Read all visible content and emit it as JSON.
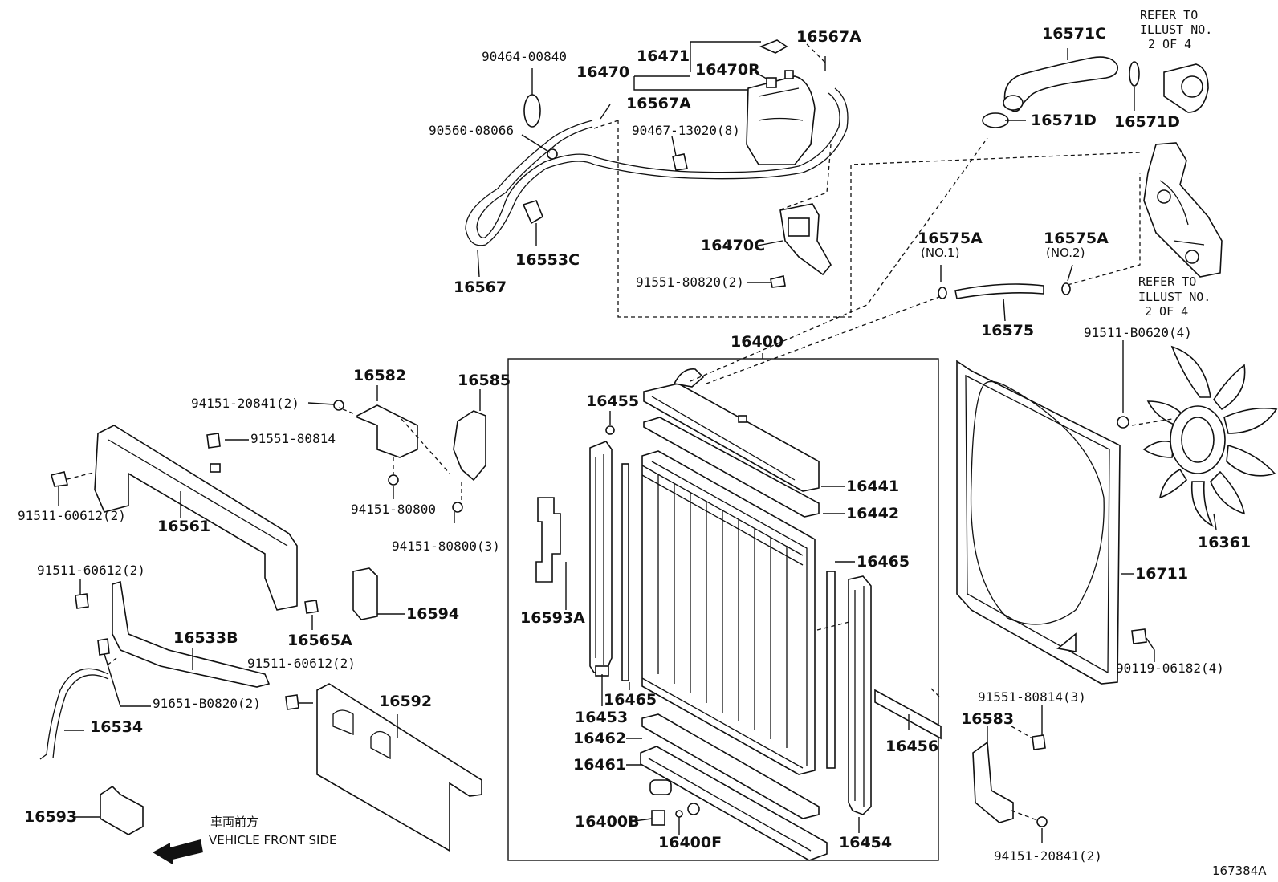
{
  "diagram": {
    "labels": {
      "p16400": "16400",
      "p16441": "16441",
      "p16442": "16442",
      "p16455": "16455",
      "p16465a": "16465",
      "p16465b": "16465",
      "p16453": "16453",
      "p16462": "16462",
      "p16461": "16461",
      "p16400b": "16400B",
      "p16400f": "16400F",
      "p16454": "16454",
      "p16456": "16456",
      "p16593a": "16593A",
      "p16711": "16711",
      "p16361": "16361",
      "p16571c": "16571C",
      "p16571d_a": "16571D",
      "p16571d_b": "16571D",
      "p16575": "16575",
      "p16575a_1": "16575A",
      "p16575a_2": "16575A",
      "no1": "(NO.1)",
      "no2": "(NO.2)",
      "p16470": "16470",
      "p16471": "16471",
      "p16470r": "16470R",
      "p16567a_1": "16567A",
      "p16567a_2": "16567A",
      "p16567": "16567",
      "p16553c": "16553C",
      "p16470c": "16470C",
      "b90464": "90464-00840",
      "b90560": "90560-08066",
      "b90467": "90467-13020(8)",
      "b91551_80820": "91551-80820(2)",
      "p16582": "16582",
      "p16585": "16585",
      "b94151_20841_top": "94151-20841(2)",
      "b91551_80814": "91551-80814",
      "b94151_80800": "94151-80800",
      "b94151_80800_3": "94151-80800(3)",
      "b91511_60612_a": "91511-60612(2)",
      "p16561": "16561",
      "p16565a": "16565A",
      "p16594": "16594",
      "b91511_60612_b": "91511-60612(2)",
      "p16533b": "16533B",
      "b91511_60612_c": "91511-60612(2)",
      "b91651": "91651-B0820(2)",
      "p16534": "16534",
      "p16592": "16592",
      "p16593": "16593",
      "b91511_b0620": "91511-B0620(4)",
      "b90119": "90119-06182(4)",
      "b91551_80814_3": "91551-80814(3)",
      "p16583": "16583",
      "b94151_20841_bot": "94151-20841(2)"
    },
    "refer_top": [
      "REFER TO",
      "ILLUST NO.",
      "2 OF 4"
    ],
    "refer_mid": [
      "REFER TO",
      "ILLUST NO.",
      "2 OF 4"
    ],
    "front_note_jp": "車両前方",
    "front_note_en": "VEHICLE FRONT SIDE",
    "figure_id": "167384A"
  }
}
